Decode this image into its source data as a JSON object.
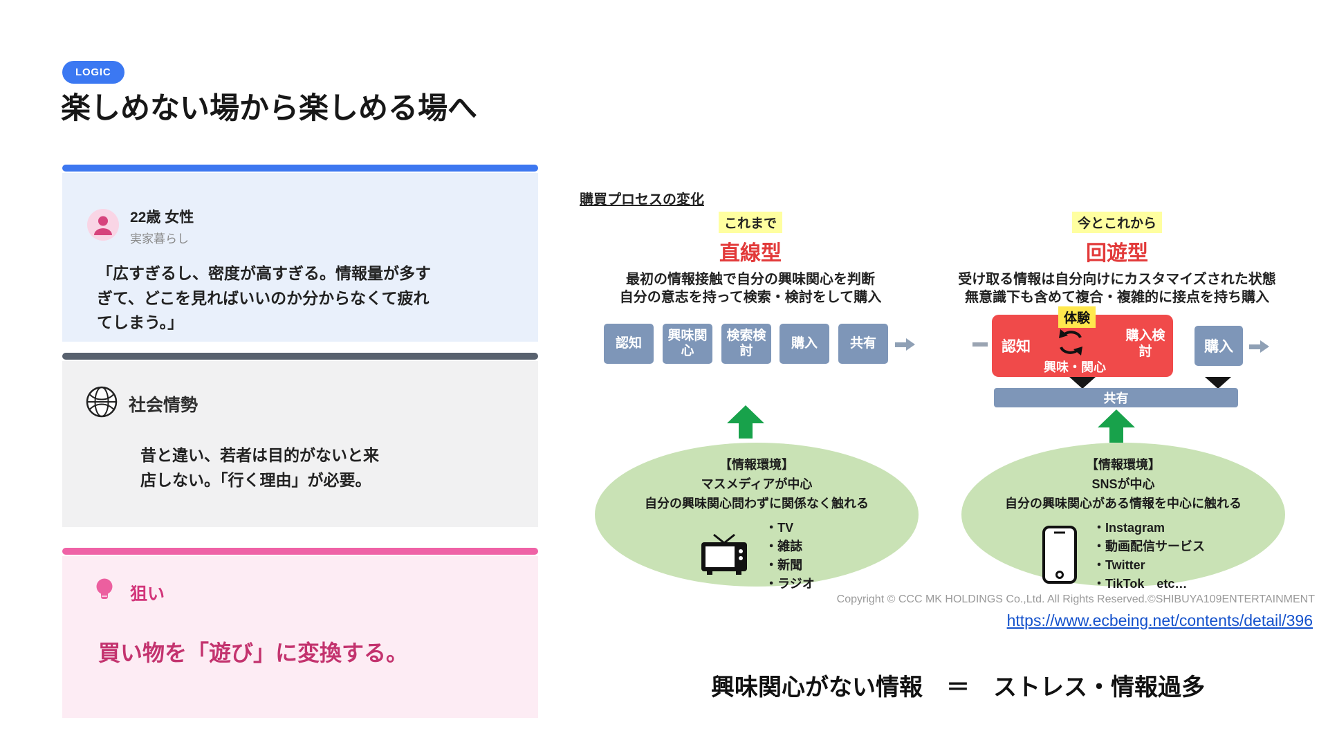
{
  "slide": {
    "badge": "LOGIC",
    "title": "楽しめない場から楽しめる場へ"
  },
  "cards": {
    "persona": {
      "name": "22歳 女性",
      "subtitle": "実家暮らし",
      "quote": "「広すぎるし、密度が高すぎる。情報量が多すぎて、どこを見ればいいのか分からなくて疲れてしまう。」"
    },
    "social": {
      "title": "社会情勢",
      "body": "昔と違い、若者は目的がないと来店しない。「行く理由」が必要。"
    },
    "aim": {
      "title": "狙い",
      "body": "買い物を「遊び」に変換する。"
    }
  },
  "diagram": {
    "title": "購買プロセスの変化",
    "linear": {
      "tag": "これまで",
      "type_label": "直線型",
      "desc_line1": "最初の情報接触で自分の興味関心を判断",
      "desc_line2": "自分の意志を持って検索・検討をして購入",
      "steps": [
        "認知",
        "興味関心",
        "検索検討",
        "購入",
        "共有"
      ],
      "env": {
        "heading": "【情報環境】",
        "line1": "マスメディアが中心",
        "line2": "自分の興味関心問わずに関係なく触れる",
        "items": [
          "・TV",
          "・雑誌",
          "・新聞",
          "・ラジオ"
        ]
      }
    },
    "circular": {
      "tag": "今とこれから",
      "type_label": "回遊型",
      "desc_line1": "受け取る情報は自分向けにカスタマイズされた状態",
      "desc_line2": "無意識下も含めて複合・複雑的に接点を持ち購入",
      "experience_label": "体験",
      "loop_left": "認知",
      "loop_bottom": "興味・関心",
      "loop_right": "購入検討",
      "purchase_box": "購入",
      "share_bar": "共有",
      "env": {
        "heading": "【情報環境】",
        "line1": "SNSが中心",
        "line2": "自分の興味関心がある情報を中心に触れる",
        "items": [
          "・Instagram",
          "・動画配信サービス",
          "・Twitter",
          "・TikTok　etc…"
        ]
      }
    },
    "copyright": "Copyright © CCC MK HOLDINGS Co.,Ltd. All Rights Reserved.©SHIBUYA109ENTERTAINMENT"
  },
  "source_link": "https://www.ecbeing.net/contents/detail/396",
  "conclusion": "興味関心がない情報　＝　ストレス・情報過多"
}
